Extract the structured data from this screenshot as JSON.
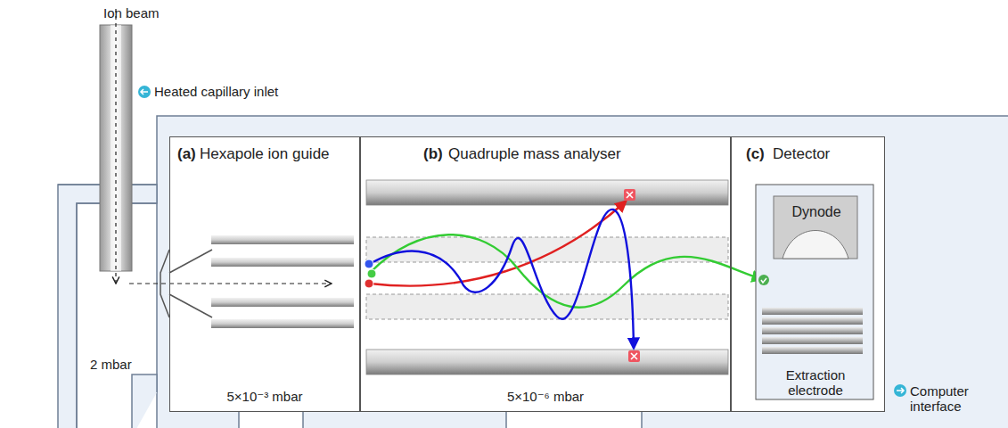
{
  "diagram": {
    "nodes": [
      {
        "text": [
          "(a)",
          "Hexapole ion guide",
          "5×10⁻³ mbar"
        ]
      },
      {
        "text": [
          "(b)",
          "Quadruple mass analyser",
          "5×10⁻⁶ mbar"
        ]
      },
      {
        "text": [
          "(c)",
          "Detector"
        ]
      },
      {
        "text": [
          "Extraction electrode"
        ],
        "in": 2
      },
      {
        "text": [
          "Dynode"
        ],
        "in": 3
      }
    ],
    "labels": [
      "Ion beam",
      "Heated capillary inlet",
      "2 mbar",
      "Computer interface"
    ]
  }
}
